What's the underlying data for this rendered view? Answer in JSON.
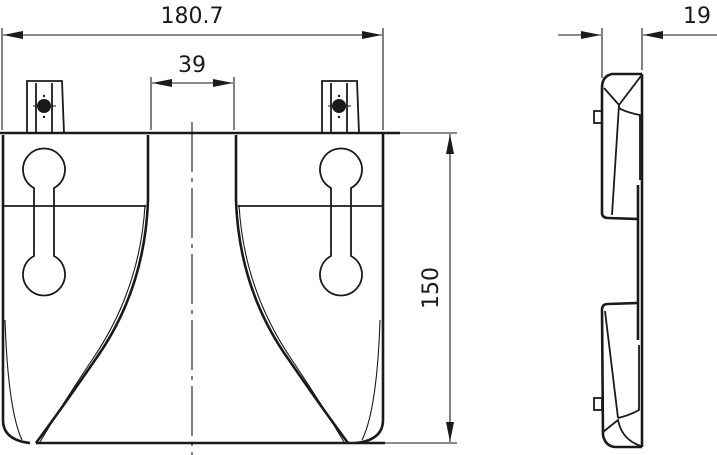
{
  "drawing": {
    "type": "technical-drawing",
    "views": [
      "front-view",
      "side-view"
    ],
    "line_color": "#1a1a1a",
    "background": "#ffffff"
  },
  "dimensions": {
    "overall_width": {
      "label": "180.7",
      "orientation": "horizontal"
    },
    "center_gap": {
      "label": "39",
      "orientation": "horizontal"
    },
    "height": {
      "label": "150",
      "orientation": "vertical"
    },
    "thickness": {
      "label": "19",
      "orientation": "horizontal"
    }
  }
}
